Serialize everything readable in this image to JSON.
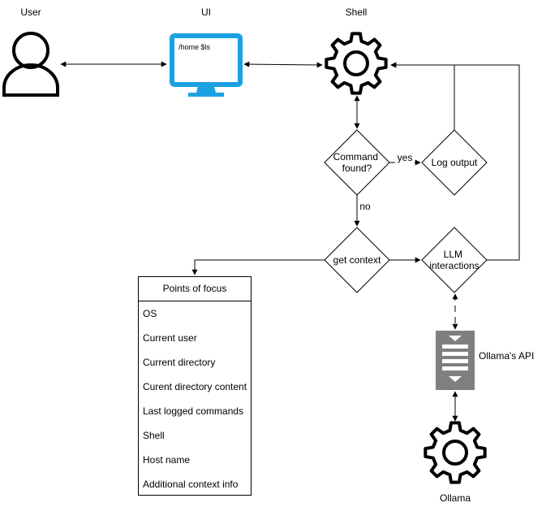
{
  "nodes": {
    "user": "User",
    "ui": "UI",
    "ui_screen_text": "/home $ls",
    "shell": "Shell",
    "command_found": [
      "Command",
      "found?"
    ],
    "log_output": "Log output",
    "get_context": "get context",
    "llm_interactions": [
      "LLM",
      "interactions"
    ],
    "ollama_api": "Ollama's API",
    "ollama": "Ollama"
  },
  "edges": {
    "yes": "yes",
    "no": "no"
  },
  "points_of_focus": {
    "title": "Points of focus",
    "items": [
      "OS",
      "Current user",
      "Current directory",
      "Curent directory content",
      "Last logged commands",
      "Shell",
      "Host name",
      "Additional context info"
    ]
  },
  "colors": {
    "monitor": "#1ba1e2",
    "queue": "#7f7f7f",
    "line": "#000000"
  },
  "icons": {
    "user": "user-icon",
    "ui": "monitor-icon",
    "shell": "gear-icon",
    "ollama_api": "queue-icon",
    "ollama": "gear-icon"
  }
}
